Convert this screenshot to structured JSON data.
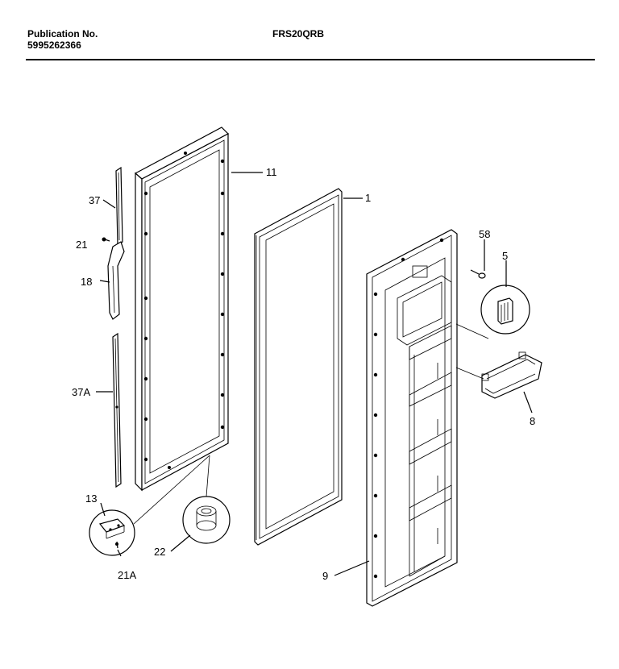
{
  "header": {
    "publication_label": "Publication No.",
    "publication_number": "5995262366",
    "model": "FRS20QRB"
  },
  "callouts": {
    "c11": "11",
    "c1": "1",
    "c37": "37",
    "c21": "21",
    "c18": "18",
    "c37a": "37A",
    "c13": "13",
    "c21a": "21A",
    "c22": "22",
    "c58": "58",
    "c5": "5",
    "c8": "8",
    "c9": "9"
  }
}
